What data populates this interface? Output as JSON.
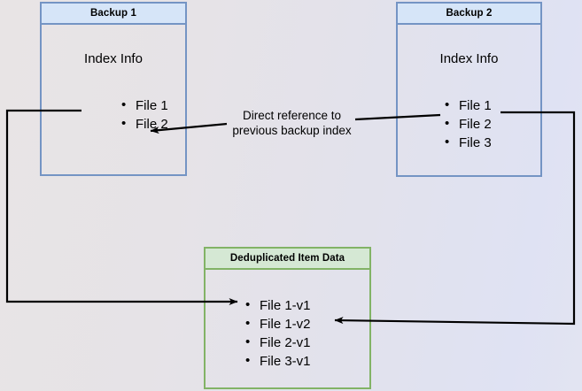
{
  "diagram": {
    "title_alt": "Backup deduplication reference diagram",
    "colors": {
      "blue_border": "#7494c4",
      "blue_header": "#d6e5f8",
      "green_border": "#82b366",
      "green_header": "#d5e8d4",
      "connector": "#000000",
      "background_left": "#e8e4e5",
      "background_right": "#dfe2f3"
    }
  },
  "backup1": {
    "header": "Backup 1",
    "subtitle": "Index Info",
    "files": [
      "File 1",
      "File 2"
    ]
  },
  "backup2": {
    "header": "Backup 2",
    "subtitle": "Index Info",
    "files": [
      "File 1",
      "File 2",
      "File 3"
    ]
  },
  "dedup": {
    "header": "Deduplicated Item Data",
    "files": [
      "File 1-v1",
      "File 1-v2",
      "File 2-v1",
      "File 3-v1"
    ]
  },
  "annotations": {
    "direct_reference_line1": "Direct reference to",
    "direct_reference_line2": "previous backup index"
  }
}
